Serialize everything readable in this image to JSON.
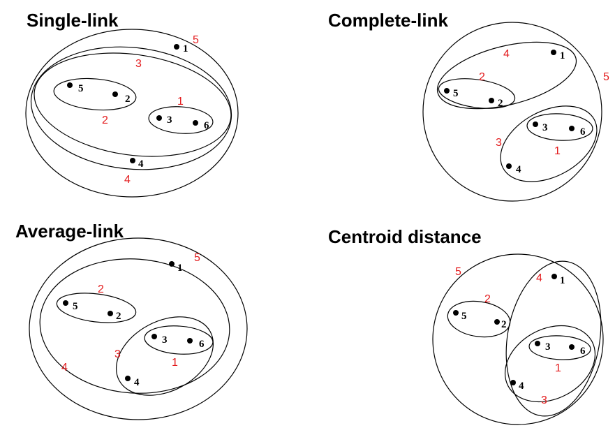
{
  "colors": {
    "merge_label": "#e31a1c",
    "stroke": "#000000",
    "point": "#000000"
  },
  "panels": [
    {
      "title": "Single-link",
      "points": [
        {
          "id": "p1",
          "label": "1"
        },
        {
          "id": "p2",
          "label": "2"
        },
        {
          "id": "p3",
          "label": "3"
        },
        {
          "id": "p4",
          "label": "4"
        },
        {
          "id": "p5",
          "label": "5"
        },
        {
          "id": "p6",
          "label": "6"
        }
      ],
      "merge_labels": [
        "1",
        "2",
        "3",
        "4",
        "5"
      ]
    },
    {
      "title": "Complete-link",
      "points": [
        {
          "id": "p1",
          "label": "1"
        },
        {
          "id": "p2",
          "label": "2"
        },
        {
          "id": "p3",
          "label": "3"
        },
        {
          "id": "p4",
          "label": "4"
        },
        {
          "id": "p5",
          "label": "5"
        },
        {
          "id": "p6",
          "label": "6"
        }
      ],
      "merge_labels": [
        "1",
        "2",
        "3",
        "4",
        "5"
      ]
    },
    {
      "title": "Average-link",
      "points": [
        {
          "id": "p1",
          "label": "1"
        },
        {
          "id": "p2",
          "label": "2"
        },
        {
          "id": "p3",
          "label": "3"
        },
        {
          "id": "p4",
          "label": "4"
        },
        {
          "id": "p5",
          "label": "5"
        },
        {
          "id": "p6",
          "label": "6"
        }
      ],
      "merge_labels": [
        "1",
        "2",
        "3",
        "4",
        "5"
      ]
    },
    {
      "title": "Centroid distance",
      "points": [
        {
          "id": "p1",
          "label": "1"
        },
        {
          "id": "p2",
          "label": "2"
        },
        {
          "id": "p3",
          "label": "3"
        },
        {
          "id": "p4",
          "label": "4"
        },
        {
          "id": "p5",
          "label": "5"
        },
        {
          "id": "p6",
          "label": "6"
        }
      ],
      "merge_labels": [
        "1",
        "2",
        "3",
        "4",
        "5"
      ]
    }
  ]
}
